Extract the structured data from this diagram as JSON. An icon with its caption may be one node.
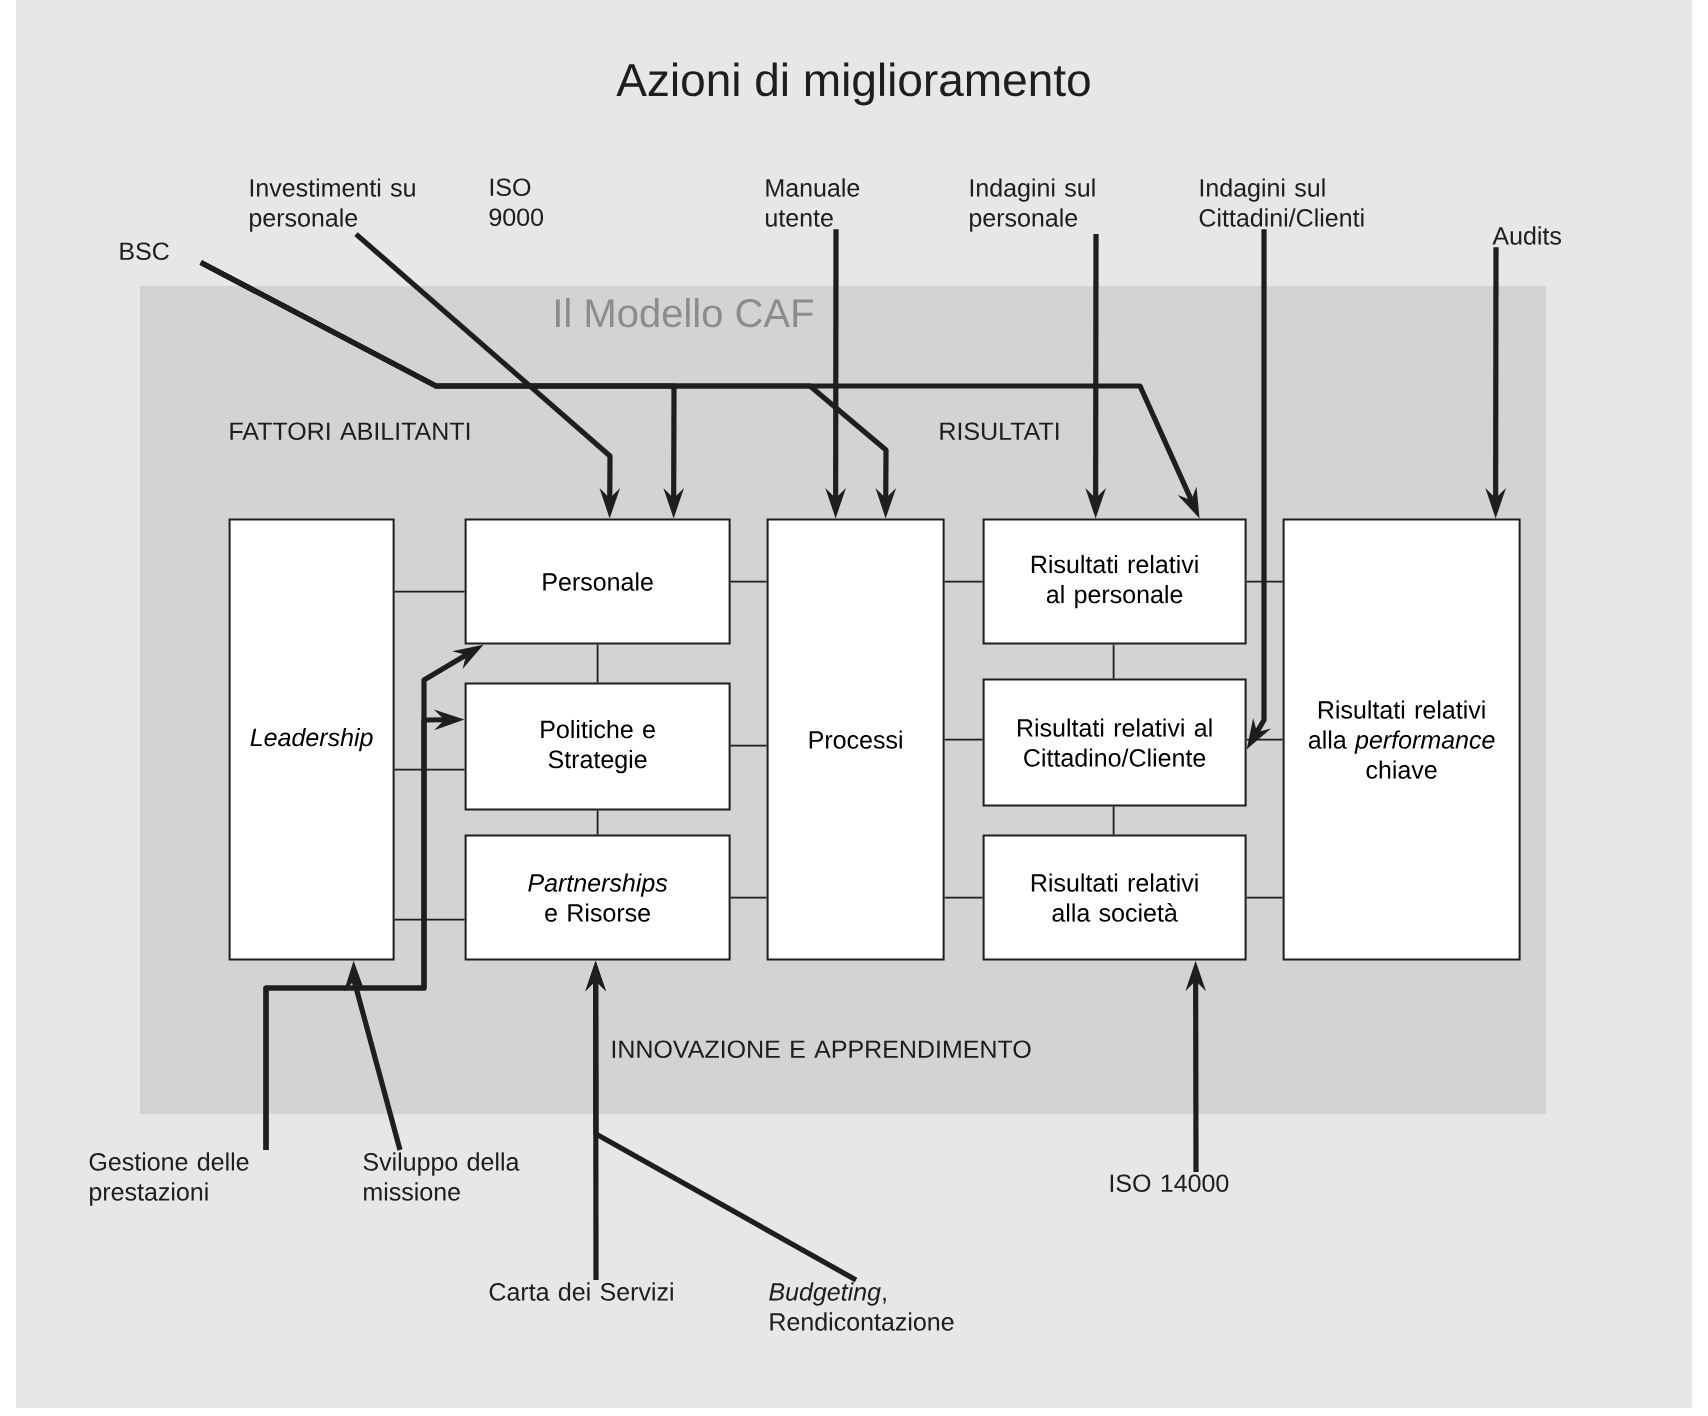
{
  "diagram": {
    "title": "Azioni di miglioramento",
    "nodes": [
      {
        "text": [
          "Il Modello CAF"
        ]
      },
      {
        "text": [
          "Leadership"
        ],
        "in": 0
      },
      {
        "text": [
          "Personale"
        ],
        "in": 0
      },
      {
        "text": [
          "Politiche e Strategie"
        ],
        "in": 0
      },
      {
        "text": [
          "*Partnerships* e Risorse"
        ],
        "in": 0
      },
      {
        "text": [
          "Processi"
        ],
        "in": 0
      },
      {
        "text": [
          "Risultati relativi al personale"
        ],
        "in": 0
      },
      {
        "text": [
          "Risultati relativi al Cittadino/Cliente"
        ],
        "in": 0
      },
      {
        "text": [
          "Risultati relativi alla società"
        ],
        "in": 0
      },
      {
        "text": [
          "Risultati relativi alla *performance* chiave"
        ],
        "in": 0
      },
      {
        "text": [
          "BSC"
        ]
      },
      {
        "text": [
          "Investimenti su personale"
        ]
      },
      {
        "text": [
          "Manuale utente"
        ]
      },
      {
        "text": [
          "Indagini sul personale"
        ]
      },
      {
        "text": [
          "Indagini sul Cittadini/Clienti"
        ]
      },
      {
        "text": [
          "Audits"
        ]
      },
      {
        "text": [
          "Gestione delle prestazioni"
        ]
      },
      {
        "text": [
          "Sviluppo della missione"
        ]
      },
      {
        "text": [
          "Carta dei Servizi"
        ]
      },
      {
        "text": [
          "*Budgeting*, Rendicontazione"
        ]
      },
      {
        "text": [
          "ISO 14000"
        ]
      }
    ],
    "edges": [
      {
        "from": 10,
        "to": 2,
        "arrow": "to",
        "style": "thick"
      },
      {
        "from": 10,
        "to": 5,
        "arrow": "to",
        "style": "thick"
      },
      {
        "from": 10,
        "to": 6,
        "arrow": "to",
        "style": "thick"
      },
      {
        "from": 11,
        "to": 2,
        "arrow": "to",
        "style": "thick"
      },
      {
        "from": 12,
        "to": 5,
        "arrow": "to",
        "style": "thick"
      },
      {
        "from": 13,
        "to": 6,
        "arrow": "to",
        "style": "thick"
      },
      {
        "from": 14,
        "to": 7,
        "arrow": "to",
        "style": "thick"
      },
      {
        "from": 15,
        "to": 9,
        "arrow": "to",
        "style": "thick"
      },
      {
        "from": 16,
        "to": 2,
        "arrow": "to",
        "style": "thick"
      },
      {
        "from": 16,
        "to": 3,
        "arrow": "to",
        "style": "thick"
      },
      {
        "from": 17,
        "to": 1,
        "arrow": "to",
        "style": "thick"
      },
      {
        "from": 18,
        "to": 4,
        "arrow": "to",
        "style": "thick"
      },
      {
        "from": 19,
        "to": 4,
        "arrow": "to",
        "style": "thick"
      },
      {
        "from": 20,
        "to": 8,
        "arrow": "to",
        "style": "thick"
      },
      {
        "from": 1,
        "to": 2,
        "arrow": "none"
      },
      {
        "from": 1,
        "to": 3,
        "arrow": "none"
      },
      {
        "from": 1,
        "to": 4,
        "arrow": "none"
      },
      {
        "from": 2,
        "to": 3,
        "arrow": "none"
      },
      {
        "from": 3,
        "to": 4,
        "arrow": "none"
      },
      {
        "from": 2,
        "to": 5,
        "arrow": "none"
      },
      {
        "from": 3,
        "to": 5,
        "arrow": "none"
      },
      {
        "from": 4,
        "to": 5,
        "arrow": "none"
      },
      {
        "from": 5,
        "to": 6,
        "arrow": "none"
      },
      {
        "from": 5,
        "to": 7,
        "arrow": "none"
      },
      {
        "from": 5,
        "to": 8,
        "arrow": "none"
      },
      {
        "from": 6,
        "to": 7,
        "arrow": "none"
      },
      {
        "from": 7,
        "to": 8,
        "arrow": "none"
      },
      {
        "from": 6,
        "to": 9,
        "arrow": "none"
      },
      {
        "from": 7,
        "to": 9,
        "arrow": "none"
      },
      {
        "from": 8,
        "to": 9,
        "arrow": "none"
      }
    ],
    "labels": [
      "ISO 9000",
      "FATTORI ABILITANTI",
      "RISULTATI",
      "INNOVAZIONE E APPRENDIMENTO"
    ]
  }
}
